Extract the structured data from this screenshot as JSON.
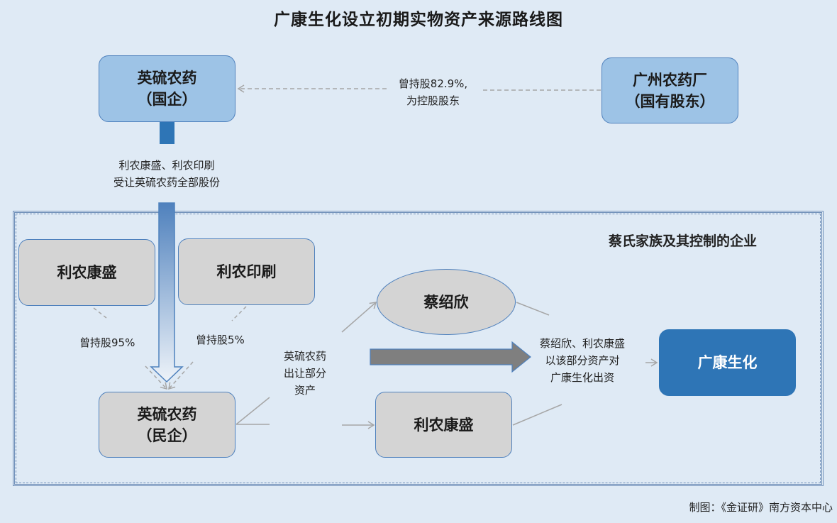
{
  "title": "广康生化设立初期实物资产来源路线图",
  "nodes": {
    "ying_state": {
      "line1": "英硫农药",
      "line2": "（国企）"
    },
    "guangzhou": {
      "line1": "广州农药厂",
      "line2": "（国有股东）"
    },
    "linong_kangsheng_top": {
      "line1": "利农康盛"
    },
    "linong_print": {
      "line1": "利农印刷"
    },
    "ying_private": {
      "line1": "英硫农药",
      "line2": "（民企）"
    },
    "cai": {
      "line1": "蔡绍欣"
    },
    "linong_kangsheng_bottom": {
      "line1": "利农康盛"
    },
    "guangkang": {
      "line1": "广康生化"
    }
  },
  "labels": {
    "stake_guangzhou": {
      "line1": "曾持股82.9%,",
      "line2": "为控股股东"
    },
    "transfer": {
      "line1": "利农康盛、利农印刷",
      "line2": "受让英硫农药全部股份"
    },
    "stake95": "曾持股95%",
    "stake5": "曾持股5%",
    "asset_out": {
      "line1": "英硫农药",
      "line2": "出让部分",
      "line3": "资产"
    },
    "invest": {
      "line1": "蔡绍欣、利农康盛",
      "line2": "以该部分资产对",
      "line3": "广康生化出资"
    },
    "group": "蔡氏家族及其控制的企业"
  },
  "footer": "制图：《金证研》南方资本中心",
  "colors": {
    "background": "#dfeaf5",
    "blue_box": "#9dc3e6",
    "gray_box": "#d4d4d4",
    "dark_box": "#2e75b6",
    "arrow_dark": "#7f7f7f",
    "dashed_line": "#a6a6a6"
  }
}
